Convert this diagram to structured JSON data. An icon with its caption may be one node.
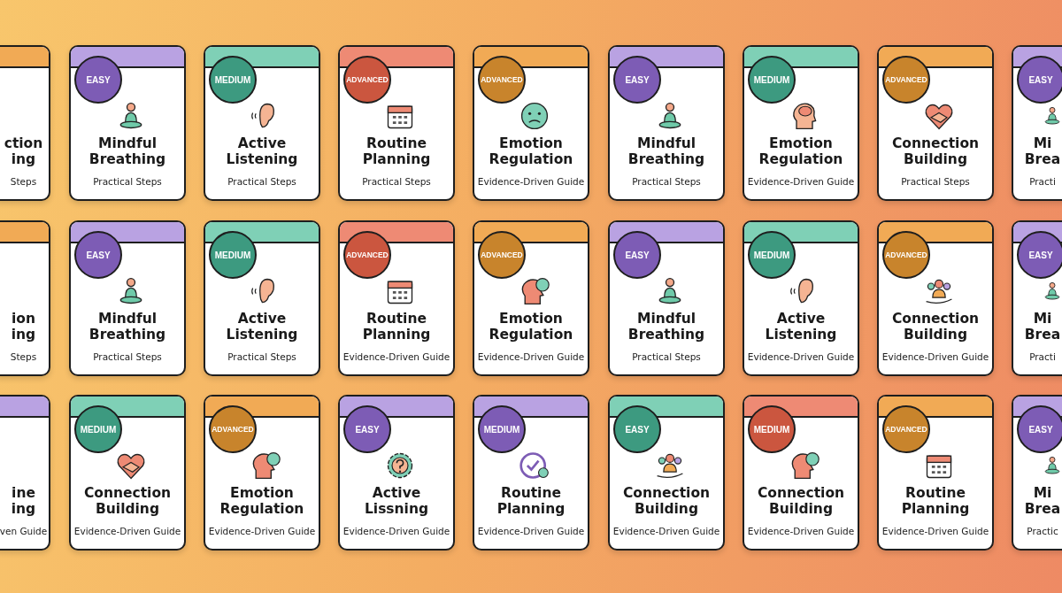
{
  "diagram": {
    "nodes": [
      {
        "text": [
          "ction ing",
          "Steps"
        ]
      },
      {
        "text": [
          "EASY",
          "Mindful Breathing",
          "Practical Steps"
        ]
      },
      {
        "text": [
          "MEDIUM",
          "Active Listening",
          "Practical Steps"
        ]
      },
      {
        "text": [
          "ADVANCED",
          "Routine Planning",
          "Practical Steps"
        ]
      },
      {
        "text": [
          "ADVANCED",
          "Emotion Regulation",
          "Evidence-Driven Guide"
        ]
      },
      {
        "text": [
          "EASY",
          "Mindful Breathing",
          "Practical Steps"
        ]
      },
      {
        "text": [
          "MEDIUM",
          "Emotion Regulation",
          "Evidence-Driven Guide"
        ]
      },
      {
        "text": [
          "ADVANCED",
          "Connection Building",
          "Practical Steps"
        ]
      },
      {
        "text": [
          "EASY",
          "Mi Brea",
          "Practi"
        ]
      },
      {
        "text": [
          "ion ing",
          "Steps"
        ]
      },
      {
        "text": [
          "EASY",
          "Mindful Breathing",
          "Practical Steps"
        ]
      },
      {
        "text": [
          "MEDIUM",
          "Active Listening",
          "Practical Steps"
        ]
      },
      {
        "text": [
          "ADVANCED",
          "Routine Planning",
          "Evidence-Driven Guide"
        ]
      },
      {
        "text": [
          "ADVANCED",
          "Emotion Regulation",
          "Evidence-Driven Guide"
        ]
      },
      {
        "text": [
          "EASY",
          "Mindful Breathing",
          "Practical Steps"
        ]
      },
      {
        "text": [
          "MEDIUM",
          "Active Listening",
          "Evidence-Driven Guide"
        ]
      },
      {
        "text": [
          "ADVANCED",
          "Connection Building",
          "Evidence-Driven Guide"
        ]
      },
      {
        "text": [
          "EASY",
          "Mi Brea",
          "Practi"
        ]
      },
      {
        "text": [
          "ine ing",
          "ven Guide"
        ]
      },
      {
        "text": [
          "MEDIUM",
          "Connection Building",
          "Evidence-Driven Guide"
        ]
      },
      {
        "text": [
          "ADVANCED",
          "Emotion Regulation",
          "Evidence-Driven Guide"
        ]
      },
      {
        "text": [
          "EASY",
          "Active Lissning",
          "Evidence-Driven Guide"
        ]
      },
      {
        "text": [
          "MEDIUM",
          "Routine Planning",
          "Evidence-Driven Guide"
        ]
      },
      {
        "text": [
          "EASY",
          "Connection Building",
          "Evidence-Driven Guide"
        ]
      },
      {
        "text": [
          "MEDIUM",
          "Connection Building",
          "Evidence-Driven Guide"
        ]
      },
      {
        "text": [
          "ADVANCED",
          "Routine Planning",
          "Evidence-Driven Guide"
        ]
      },
      {
        "text": [
          "EASY",
          "Mi Brea",
          "Practic"
        ]
      }
    ]
  }
}
